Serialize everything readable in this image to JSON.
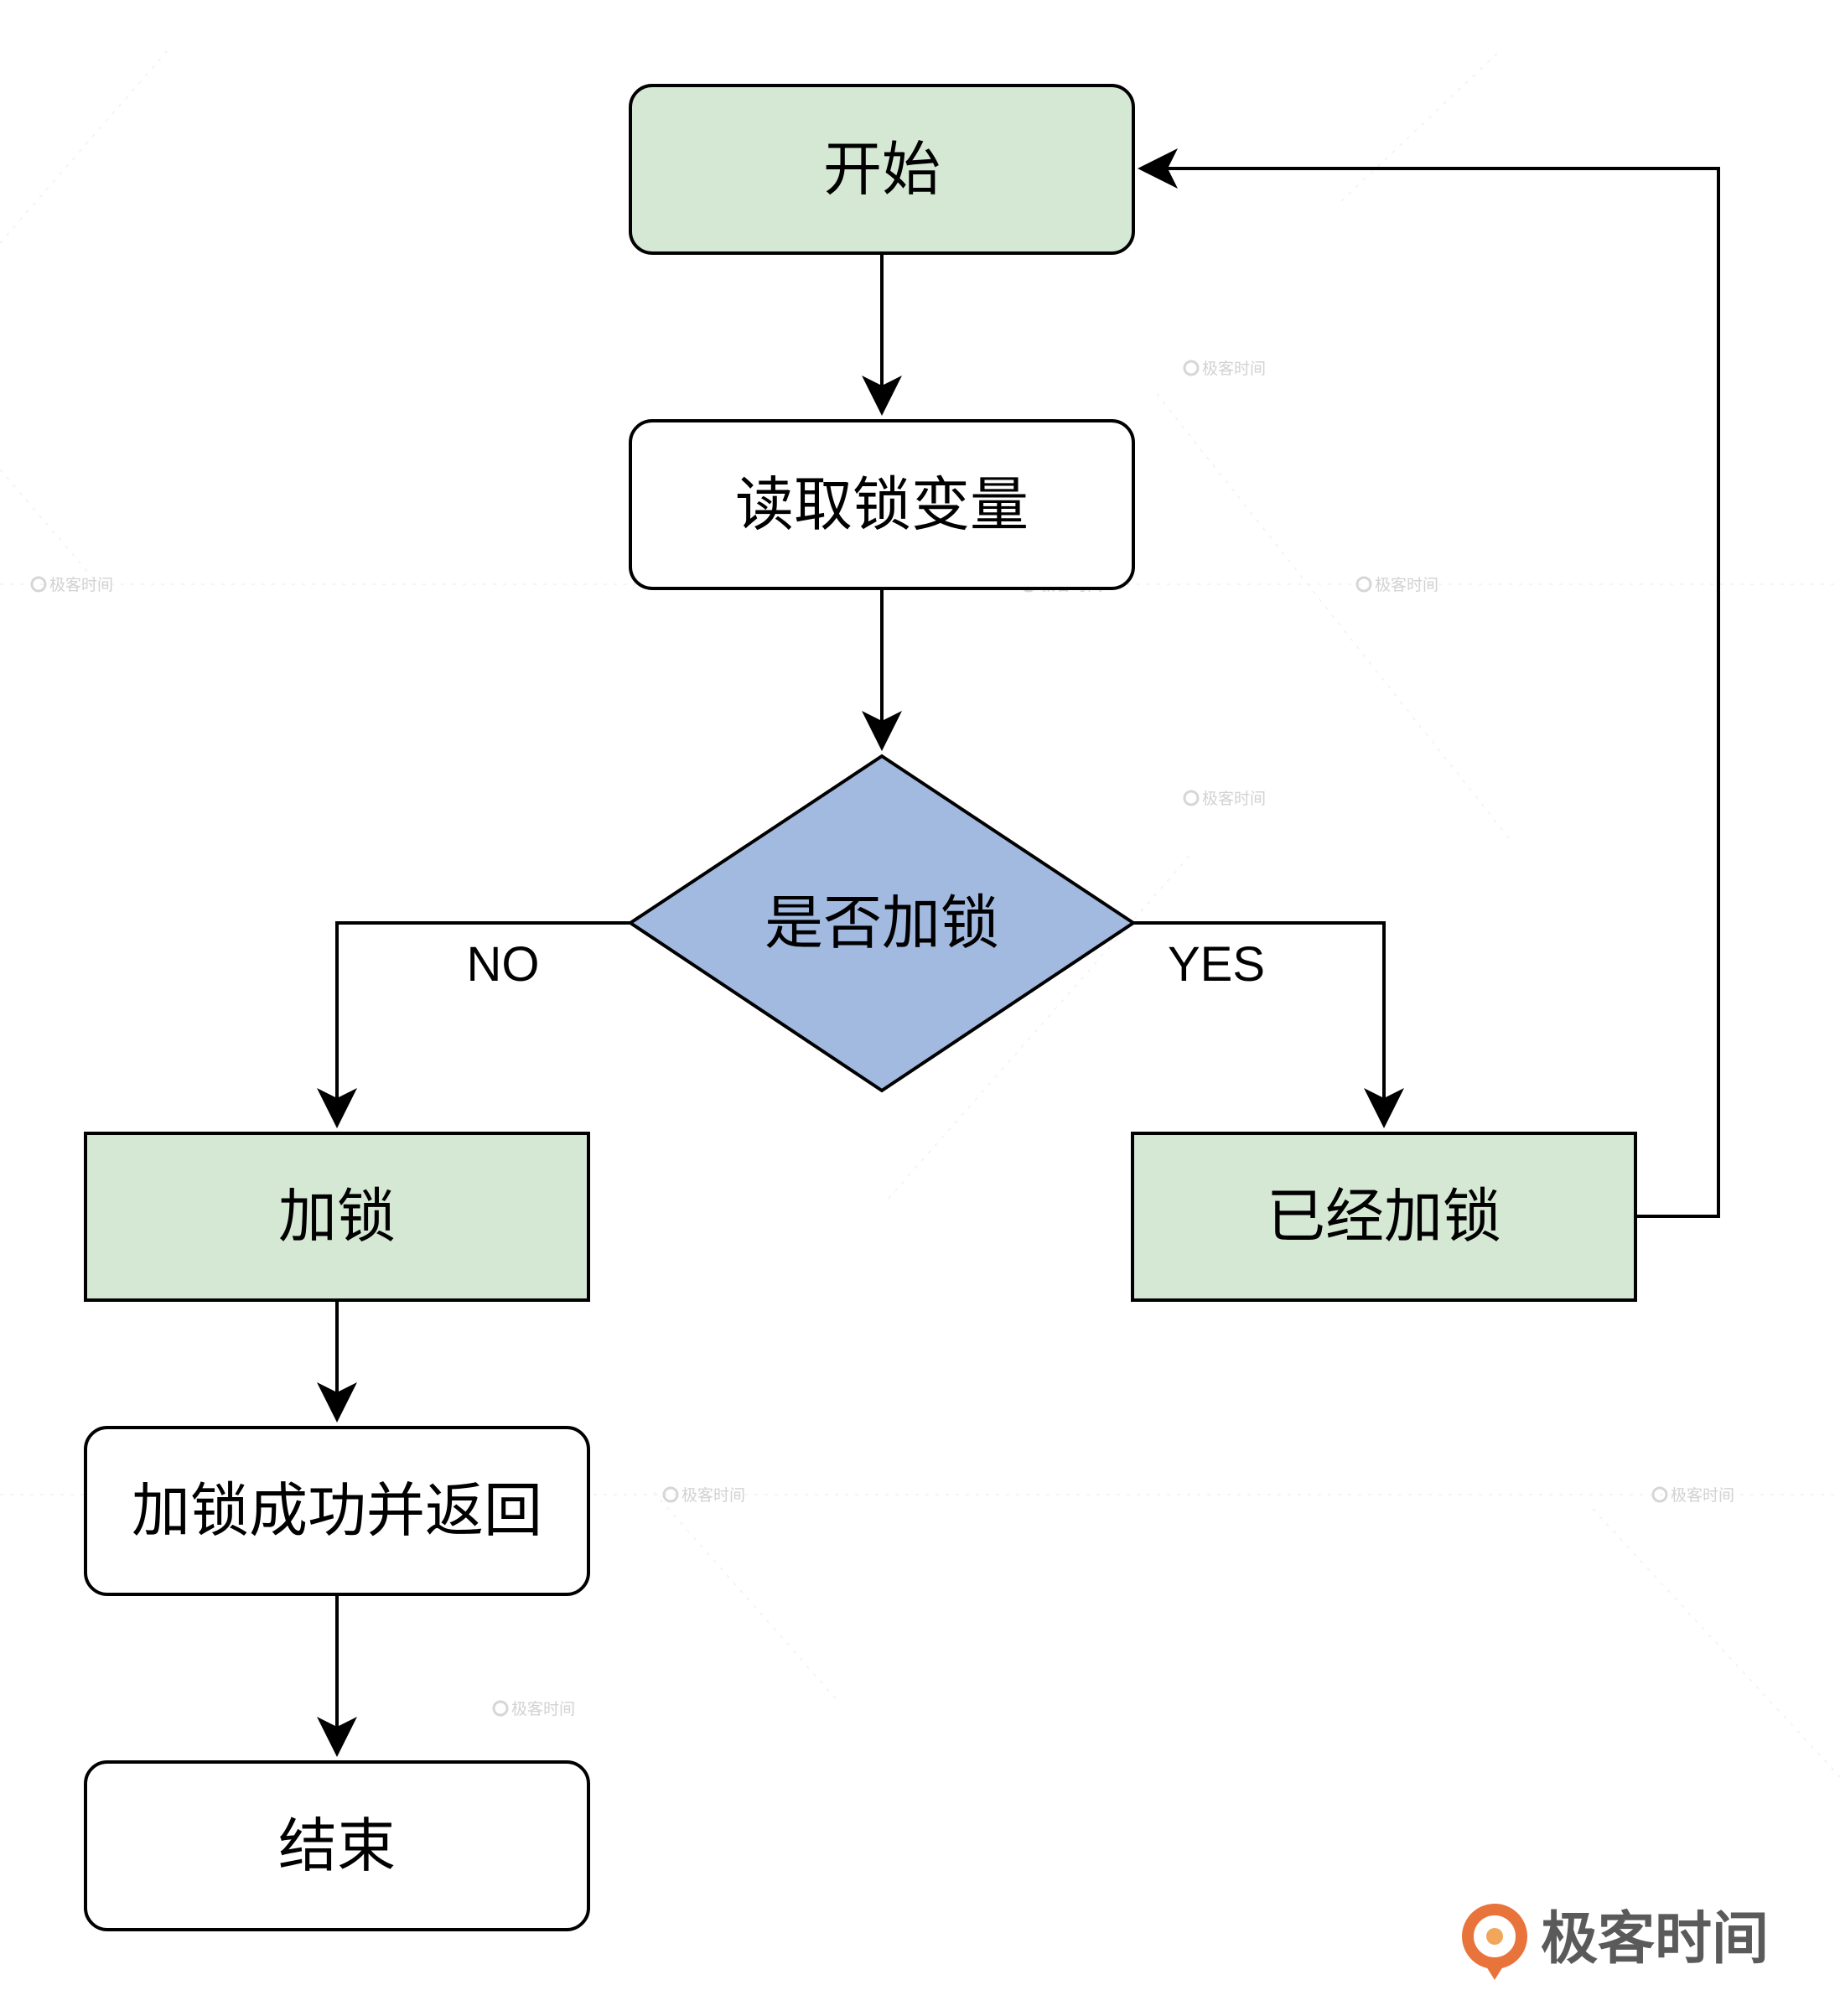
{
  "diagram": {
    "nodes": {
      "start": {
        "label": "开始",
        "fill": "#d5e8d4",
        "shape": "rounded-rect"
      },
      "read_lock": {
        "label": "读取锁变量",
        "fill": "#ffffff",
        "shape": "rounded-rect"
      },
      "decision": {
        "label": "是否加锁",
        "fill": "#a2b9e0",
        "shape": "diamond"
      },
      "lock": {
        "label": "加锁",
        "fill": "#d5e8d4",
        "shape": "rect"
      },
      "already_locked": {
        "label": "已经加锁",
        "fill": "#d5e8d4",
        "shape": "rect"
      },
      "lock_success": {
        "label": "加锁成功并返回",
        "fill": "#ffffff",
        "shape": "rounded-rect"
      },
      "end": {
        "label": "结束",
        "fill": "#ffffff",
        "shape": "rounded-rect"
      }
    },
    "edge_labels": {
      "no": "NO",
      "yes": "YES"
    },
    "edges": [
      {
        "from": "start",
        "to": "read_lock"
      },
      {
        "from": "read_lock",
        "to": "decision"
      },
      {
        "from": "decision",
        "to": "lock",
        "label": "NO"
      },
      {
        "from": "decision",
        "to": "already_locked",
        "label": "YES"
      },
      {
        "from": "already_locked",
        "to": "start"
      },
      {
        "from": "lock",
        "to": "lock_success"
      },
      {
        "from": "lock_success",
        "to": "end"
      }
    ]
  },
  "brand": {
    "logo_text": "极客时间",
    "watermark_text": "极客时间",
    "logo_color": "#e8743b"
  }
}
